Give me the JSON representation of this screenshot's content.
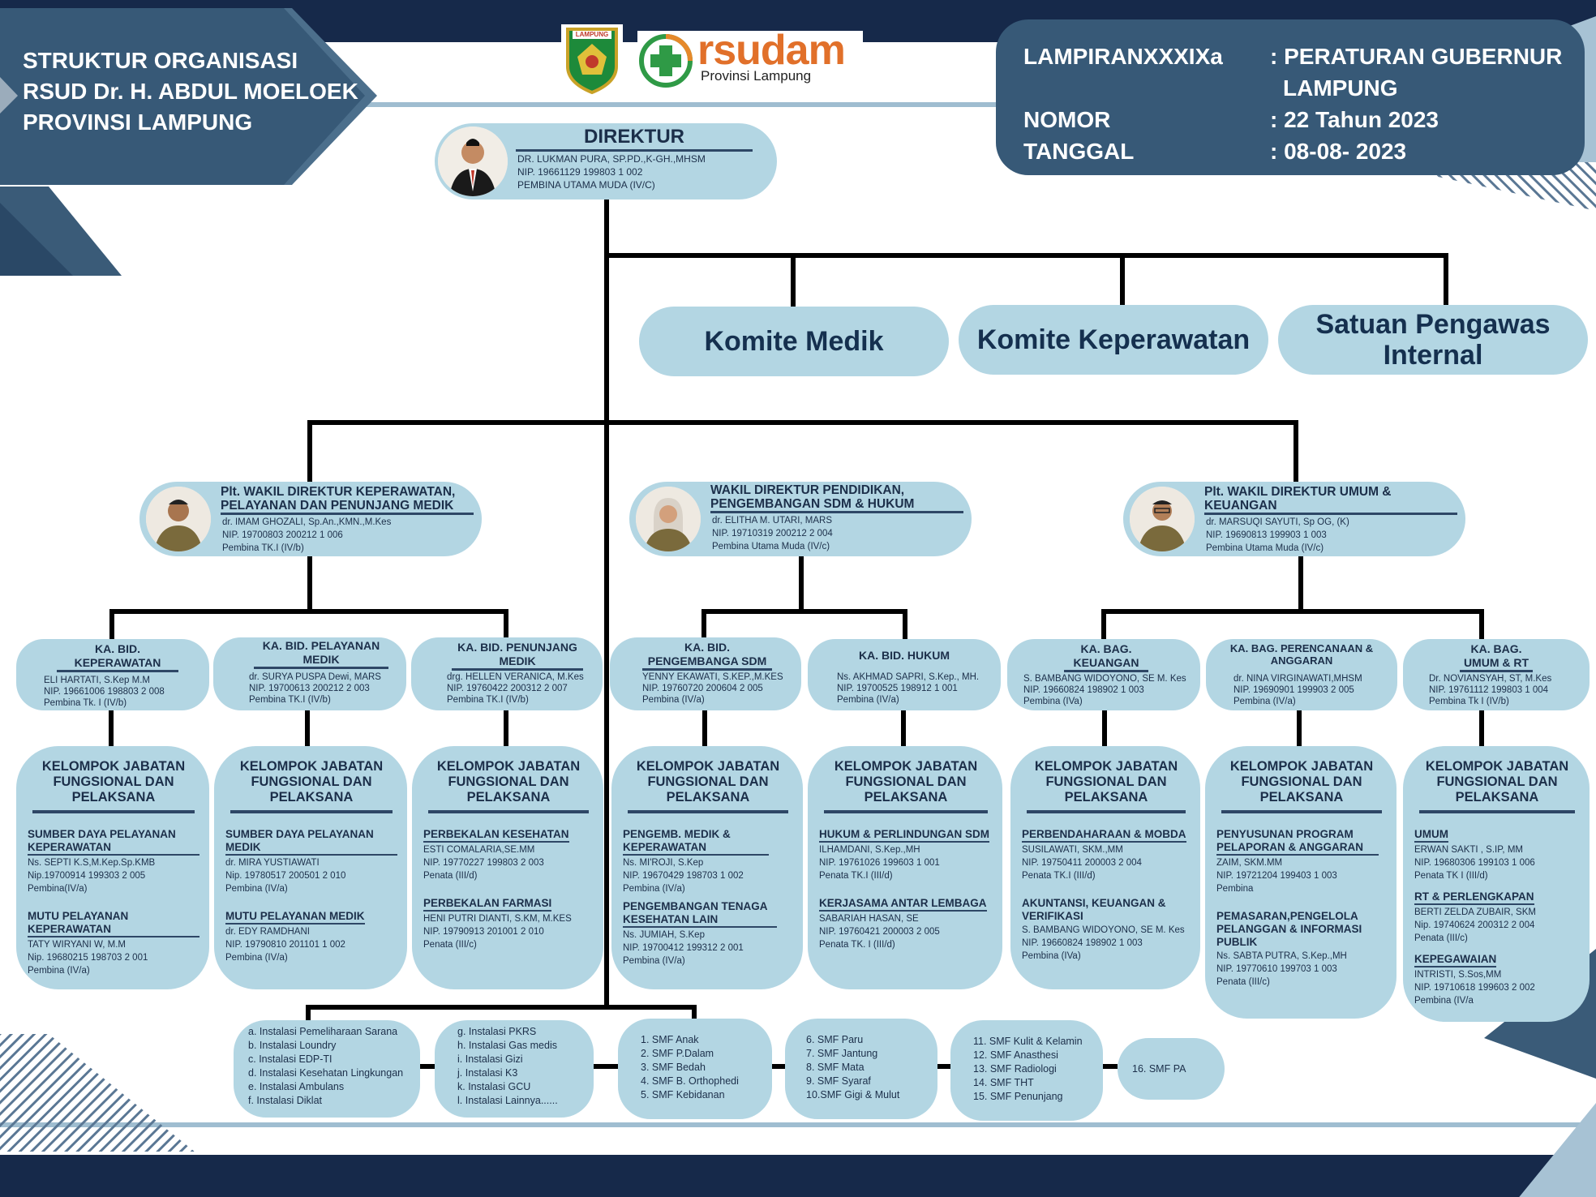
{
  "header": {
    "title_lines": [
      "STRUKTUR ORGANISASI",
      "RSUD Dr. H. ABDUL MOELOEK",
      "PROVINSI LAMPUNG"
    ],
    "logo_province_text": "LAMPUNG",
    "logo_rsud_text": "rsudam",
    "logo_rsud_sub": "Provinsi Lampung"
  },
  "lampiran": {
    "rows": [
      {
        "label": "LAMPIRANXXXIXa",
        "value": ": PERATURAN GUBERNUR",
        "value2": "LAMPUNG"
      },
      {
        "label": "NOMOR",
        "value": ": 22 Tahun 2023"
      },
      {
        "label": "TANGGAL",
        "value": ": 08-08- 2023"
      }
    ]
  },
  "direktur": {
    "title": "DIREKTUR",
    "lines": [
      "DR. LUKMAN PURA, SP.PD.,K-GH.,MHSM",
      "NIP. 19661129 199803 1 002",
      "PEMBINA UTAMA MUDA (IV/C)"
    ]
  },
  "komite": [
    {
      "label": "Komite Medik"
    },
    {
      "label": "Komite Keperawatan"
    },
    {
      "label": "Satuan Pengawas Internal"
    }
  ],
  "wadir": [
    {
      "title": "Plt. WAKIL DIREKTUR KEPERAWATAN, PELAYANAN DAN PENUNJANG MEDIK",
      "lines": [
        "dr. IMAM GHOZALI, Sp.An.,KMN.,M.Kes",
        "NIP. 19700803 200212 1 006",
        "Pembina TK.I (IV/b)"
      ]
    },
    {
      "title": "WAKIL DIREKTUR PENDIDIKAN, PENGEMBANGAN SDM & HUKUM",
      "lines": [
        "dr. ELITHA M. UTARI, MARS",
        "NIP. 19710319 200212 2 004",
        "Pembina Utama Muda (IV/c)"
      ]
    },
    {
      "title": "Plt. WAKIL DIREKTUR UMUM & KEUANGAN",
      "lines": [
        "dr. MARSUQI SAYUTI, Sp OG, (K)",
        "NIP. 19690813 199903 1 003",
        "Pembina Utama Muda (IV/c)"
      ]
    }
  ],
  "kabid": [
    {
      "title": "KA. BID. KEPERAWATAN",
      "lines": [
        "ELI HARTATI, S.Kep M.M",
        "NIP. 19661006 198803 2 008",
        "Pembina Tk. I (IV/b)"
      ]
    },
    {
      "title": "KA. BID. PELAYANAN MEDIK",
      "lines": [
        "dr. SURYA PUSPA Dewi, MARS",
        "NIP. 19700613 200212 2 003",
        "Pembina TK.I (IV/b)"
      ]
    },
    {
      "title": "KA. BID. PENUNJANG MEDIK",
      "lines": [
        "drg. HELLEN VERANICA, M.Kes",
        "NIP. 19760422 200312 2 007",
        "Pembina TK.I (IV/b)"
      ]
    },
    {
      "title": "KA. BID. PENGEMBANGA SDM",
      "lines": [
        "YENNY EKAWATI, S.KEP.,M.KES",
        "NIP. 19760720 200604 2 005",
        "Pembina (IV/a)"
      ]
    },
    {
      "title": "KA. BID. HUKUM",
      "lines": [
        "Ns. AKHMAD SAPRI, S.Kep., MH.",
        "NIP. 19700525 198912 1 001",
        "Pembina  (IV/a)"
      ]
    },
    {
      "title": "KA. BAG. KEUANGAN",
      "lines": [
        "S. BAMBANG WIDOYONO, SE M. Kes",
        "NIP. 19660824 198902 1 003",
        "Pembina (IVa)"
      ]
    },
    {
      "title": "KA. BAG. PERENCANAAN & ANGGARAN",
      "lines": [
        "dr. NINA VIRGINAWATI,MHSM",
        "NIP. 19690901 199903 2 005",
        "Pembina (IV/a)"
      ]
    },
    {
      "title": "KA. BAG. UMUM & RT",
      "lines": [
        "Dr. NOVIANSYAH, ST, M.Kes",
        "NIP. 19761112 199803 1 004",
        "Pembina Tk I (IV/b)"
      ]
    }
  ],
  "kelompok_title": "KELOMPOK JABATAN FUNGSIONAL DAN PELAKSANA",
  "kelompok": [
    {
      "sections": [
        {
          "title": "SUMBER DAYA PELAYANAN KEPERAWATAN",
          "lines": [
            "Ns. SEPTI K.S,M.Kep.Sp.KMB",
            "Nip.19700914 199303 2 005",
            "Pembina(IV/a)"
          ]
        },
        {
          "title": "MUTU PELAYANAN KEPERAWATAN",
          "lines": [
            "TATY WIRYANI W, M.M",
            "Nip. 19680215 198703 2 001",
            "Pembina (IV/a)"
          ]
        }
      ]
    },
    {
      "sections": [
        {
          "title": "SUMBER DAYA PELAYANAN MEDIK",
          "lines": [
            "dr. MIRA YUSTIAWATI",
            "Nip. 19780517 200501 2 010",
            "Pembina (IV/a)"
          ]
        },
        {
          "title": "MUTU PELAYANAN MEDIK",
          "lines": [
            "dr. EDY RAMDHANI",
            "NIP. 19790810 201101 1 002",
            "Pembina (IV/a)"
          ]
        }
      ]
    },
    {
      "sections": [
        {
          "title": "PERBEKALAN KESEHATAN",
          "lines": [
            "ESTI COMALARIA,SE.MM",
            "NIP. 19770227 199803 2 003",
            "Penata (III/d)"
          ]
        },
        {
          "title": "PERBEKALAN FARMASI",
          "lines": [
            "HENI PUTRI DIANTI, S.KM, M.KES",
            "NIP. 19790913 201001 2 010",
            "Penata (III/c)"
          ]
        }
      ]
    },
    {
      "sections": [
        {
          "title": "PENGEMB. MEDIK & KEPERAWATAN",
          "lines": [
            "Ns. MI'ROJI, S.Kep",
            "NIP. 19670429 198703 1 002",
            "Pembina (IV/a)"
          ]
        },
        {
          "title": "PENGEMBANGAN TENAGA KESEHATAN LAIN",
          "lines": [
            "Ns. JUMIAH, S.Kep",
            "NIP. 19700412 199312 2 001",
            "Pembina (IV/a)"
          ]
        }
      ]
    },
    {
      "sections": [
        {
          "title": "HUKUM & PERLINDUNGAN SDM",
          "lines": [
            "ILHAMDANI, S.Kep.,MH",
            "NIP. 19761026 199603 1 001",
            "Penata TK.I (III/d)"
          ]
        },
        {
          "title": "KERJASAMA ANTAR LEMBAGA",
          "lines": [
            "SABARIAH HASAN, SE",
            "NIP. 19760421 200003 2 005",
            "Penata TK. I (III/d)"
          ]
        }
      ]
    },
    {
      "sections": [
        {
          "title": "PERBENDAHARAAN & MOBDA",
          "lines": [
            "SUSILAWATI, SKM.,MM",
            "NIP. 19750411 200003 2 004",
            "Penata TK.I (III/d)"
          ]
        },
        {
          "title": "AKUNTANSI, KEUANGAN & VERIFIKASI",
          "lines": [
            "S. BAMBANG WIDOYONO, SE M. Kes",
            "NIP. 19660824 198902 1 003",
            "Pembina (IVa)"
          ]
        }
      ]
    },
    {
      "sections": [
        {
          "title": "PENYUSUNAN PROGRAM PELAPORAN & ANGGARAN",
          "lines": [
            "ZAIM, SKM.MM",
            "NIP. 19721204 199403 1 003",
            "Pembina"
          ]
        },
        {
          "title": "PEMASARAN,PENGELOLA PELANGGAN & INFORMASI PUBLIK",
          "lines": [
            "Ns. SABTA PUTRA, S.Kep.,MH",
            "NIP. 19770610 199703 1 003",
            "Penata (III/c)"
          ]
        }
      ]
    },
    {
      "sections": [
        {
          "title": "UMUM",
          "lines": [
            "ERWAN SAKTI , S.IP, MM",
            "NIP. 19680306 199103 1 006",
            "Penata TK I (III/d)"
          ]
        },
        {
          "title": "RT & PERLENGKAPAN",
          "lines": [
            "BERTI ZELDA ZUBAIR, SKM",
            "Nip. 19740624 200312 2 004",
            "Penata (III/c)"
          ]
        },
        {
          "title": "KEPEGAWAIAN",
          "lines": [
            "INTRISTI, S.Sos,MM",
            "NIP. 19710618 199603 2 002",
            "Pembina (IV/a"
          ]
        }
      ]
    }
  ],
  "bottom": [
    {
      "lines": [
        "a. Instalasi Pemeliharaan Sarana",
        "b. Instalasi Loundry",
        "c. Instalasi EDP-TI",
        "d. Instalasi Kesehatan Lingkungan",
        "e. Instalasi Ambulans",
        "f.  Instalasi Diklat"
      ]
    },
    {
      "lines": [
        "g. Instalasi PKRS",
        "h. Instalasi Gas medis",
        "i.  Instalasi Gizi",
        "j.  Instalasi K3",
        "k. Instalasi GCU",
        "l.  Instalasi Lainnya......"
      ]
    },
    {
      "lines": [
        "1. SMF Anak",
        "2. SMF P.Dalam",
        "3. SMF Bedah",
        "4. SMF B. Orthophedi",
        "5. SMF Kebidanan"
      ]
    },
    {
      "lines": [
        "6. SMF Paru",
        "7. SMF Jantung",
        "8. SMF Mata",
        "9. SMF Syaraf",
        "10.SMF Gigi & Mulut"
      ]
    },
    {
      "lines": [
        "11. SMF Kulit & Kelamin",
        "12. SMF Anasthesi",
        "13. SMF Radiologi",
        "14. SMF THT",
        "15. SMF Penunjang"
      ]
    },
    {
      "lines": [
        "16. SMF PA"
      ]
    }
  ],
  "colors": {
    "navy": "#16294a",
    "steel": "#375977",
    "box": "#b3d6e3",
    "line": "#000000"
  }
}
